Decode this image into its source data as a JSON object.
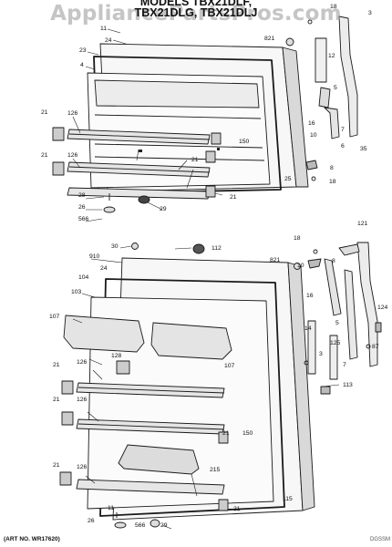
{
  "watermark": "AppliancePartsPros.com",
  "header": {
    "model_line_1": "MODELS TBX21DLF,",
    "model_line_2": "TBX21DLG, TBX21DLJ"
  },
  "footer": {
    "art_no": "(ART NO. WR17620)",
    "code": "DGSSM"
  },
  "callouts": {
    "freezer": {
      "p18": "18",
      "p3": "3",
      "p11": "11",
      "p24": "24",
      "p821": "821",
      "p23": "23",
      "p12": "12",
      "p4": "4",
      "p5": "5",
      "p16": "16",
      "p7": "7",
      "p21a": "21",
      "p126a": "126",
      "p10": "10",
      "p150": "150",
      "p6": "6",
      "p35": "35",
      "p21b": "21",
      "p126b": "126",
      "p21c": "21",
      "p8": "8",
      "p25": "25",
      "p18b": "18",
      "p28": "28",
      "p21d": "21",
      "p26": "26",
      "p29": "29",
      "p566": "566"
    },
    "fresh": {
      "p18": "18",
      "p121": "121",
      "p30": "30",
      "p112": "112",
      "p910": "910",
      "p24": "24",
      "p821": "821",
      "p10": "10",
      "p104": "104",
      "p103": "103",
      "p8": "8",
      "p107a": "107",
      "p16": "16",
      "p5": "5",
      "p124": "124",
      "p14": "14",
      "p3": "3",
      "p125": "125",
      "p128": "128",
      "p107b": "107",
      "p87": "87",
      "p7": "7",
      "p21a": "21",
      "p126a": "126",
      "p113": "113",
      "p21b": "21",
      "p126b": "126",
      "p21c": "21",
      "p150": "150",
      "p215": "215",
      "p21d": "21",
      "p126c": "126",
      "p21e": "21",
      "p11": "11",
      "p115": "115",
      "p26": "26",
      "p566": "566",
      "p29": "29"
    }
  }
}
